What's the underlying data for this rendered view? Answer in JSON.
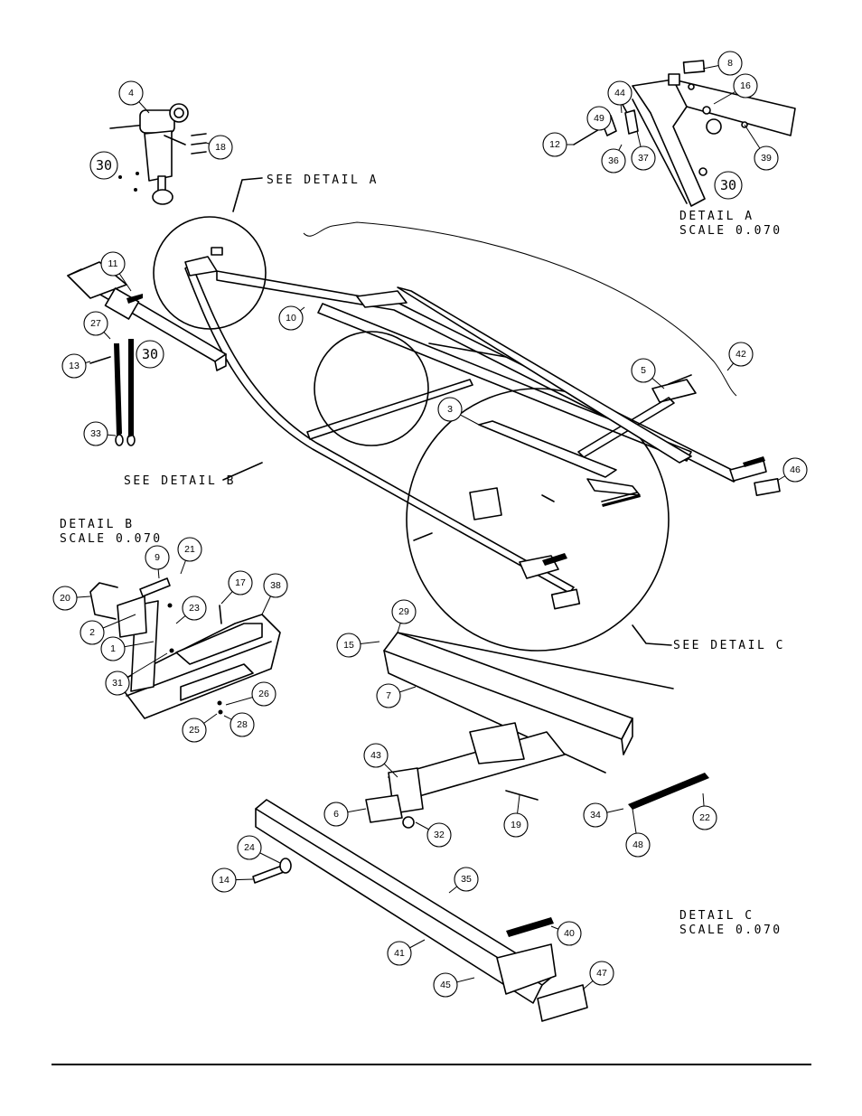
{
  "callouts": [
    "1",
    "2",
    "3",
    "4",
    "5",
    "6",
    "7",
    "8",
    "9",
    "10",
    "11",
    "12",
    "13",
    "14",
    "15",
    "16",
    "17",
    "18",
    "19",
    "20",
    "21",
    "22",
    "23",
    "24",
    "25",
    "26",
    "27",
    "28",
    "29",
    "30",
    "31",
    "32",
    "33",
    "34",
    "35",
    "36",
    "37",
    "38",
    "39",
    "40",
    "41",
    "42",
    "43",
    "44",
    "45",
    "46",
    "47",
    "48",
    "49"
  ],
  "detail_refs": {
    "see_a": "SEE DETAIL  A",
    "see_b": "SEE DETAIL  B",
    "see_c": "SEE DETAIL  C"
  },
  "detail_a": {
    "title": "DETAIL  A",
    "scale": "SCALE  0.070"
  },
  "detail_b": {
    "title": "DETAIL  B",
    "scale": "SCALE  0.070"
  },
  "detail_c": {
    "title": "DETAIL  C",
    "scale": "SCALE  0.070"
  }
}
